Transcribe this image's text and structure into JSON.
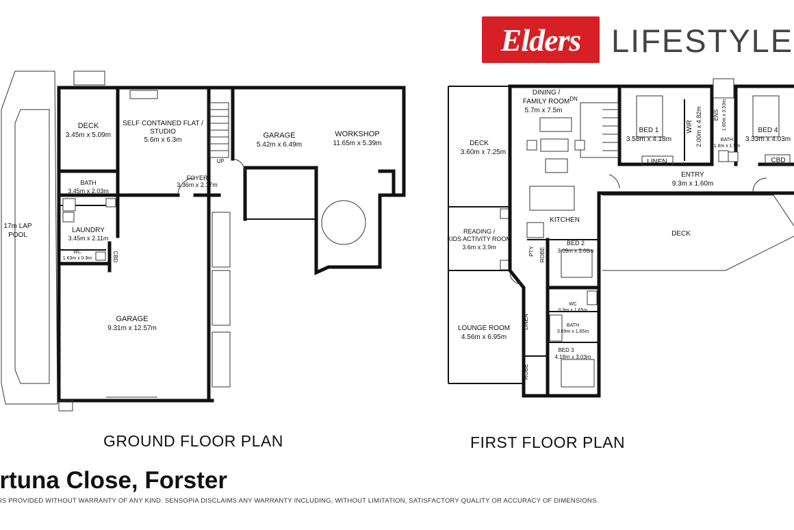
{
  "branding": {
    "logo_text": "Elders",
    "wordmark": "LIFESTYLE",
    "logo_color": "#d71f26"
  },
  "titles": {
    "ground": "GROUND FLOOR PLAN",
    "first": "FIRST FLOOR PLAN"
  },
  "address": "ortuna Close, Forster",
  "disclaimer": "N IS PROVIDED WITHOUT WARRANTY OF ANY KIND. SENSOPIA DISCLAIMS ANY WARRANTY INCLUDING, WITHOUT LIMITATION, SATISFACTORY QUALITY OR ACCURACY OF DIMENSIONS.",
  "ground_rooms": {
    "deck": {
      "name": "DECK",
      "dim": "3.45m x 5.09m"
    },
    "flat": {
      "name1": "SELF CONTAINED FLAT /",
      "name2": "STUDIO",
      "dim": "5.6m x 6.3m"
    },
    "garage_top": {
      "name": "GARAGE",
      "dim": "5.42m x 6.49m"
    },
    "workshop": {
      "name": "WORKSHOP",
      "dim": "11.65m x 5.39m"
    },
    "pool": {
      "name1": "17m LAP",
      "name2": "POOL"
    },
    "bath": {
      "name": "BATH",
      "dim": "3.45m x 2.03m"
    },
    "foyer": {
      "name": "FOYER",
      "dim": "3.36m x 2.17m"
    },
    "up": "UP",
    "laundry": {
      "name": "LAUNDRY",
      "dim": "3.45m x 2.11m"
    },
    "wc": {
      "name": "WC",
      "dim": "1.63m x 0.9m"
    },
    "cbd": "CBD",
    "garage_main": {
      "name": "GARAGE",
      "dim": "9.31m x 12.57m"
    }
  },
  "first_rooms": {
    "dining": {
      "name1": "DINING /",
      "name2": "FAMILY ROOM",
      "dim": "5.7m x 7.5m"
    },
    "dn": "DN",
    "bed1": {
      "name": "BED 1",
      "dim": "3.58m x 4.18m"
    },
    "wir": {
      "name": "WIR",
      "dim": "2.00m x 4.82m"
    },
    "ens": {
      "name": "ENS",
      "dim": "1.80m x 3.53m"
    },
    "bath_small": {
      "name": "BATH",
      "dim": "1.8m x 1.5m"
    },
    "bed4": {
      "name": "BED 4",
      "dim": "3.33m x 4.03m"
    },
    "deck_left": {
      "name": "DECK",
      "dim": "3.60m x 7.25m"
    },
    "linen_top": "LINEN",
    "cbd": "CBD",
    "entry": {
      "name": "ENTRY",
      "dim": "9.3m x 1.60m"
    },
    "kitchen": "KITCHEN",
    "deck_right": "DECK",
    "reading": {
      "name1": "READING /",
      "name2": "KIDS ACTIVITY ROOM",
      "dim": "3.6m x 3.9m"
    },
    "pty": "PTY",
    "robe1": "ROBE",
    "bed2": {
      "name": "BED 2",
      "dim": "3.09m x 3.66m"
    },
    "wc": {
      "name": "WC",
      "dim": "0.9m x 1.65m"
    },
    "lounge": {
      "name": "LOUNGE ROOM",
      "dim": "4.56m x 6.95m"
    },
    "linen_side": "LINEN",
    "bath": {
      "name": "BATH",
      "dim": "3.09m x 1.65m"
    },
    "bed3": {
      "name": "BED 3",
      "dim": "4.18m x 3.03m"
    },
    "robe2": "ROBE"
  }
}
